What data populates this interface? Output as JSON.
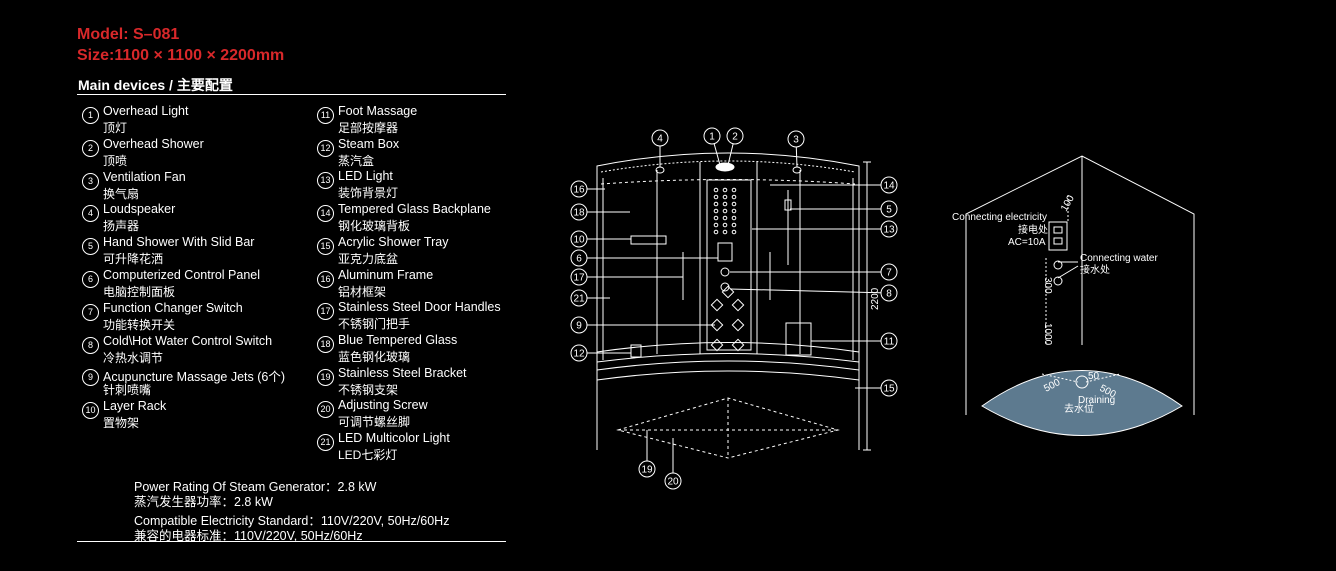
{
  "header": {
    "model": "Model: S–081",
    "size": "Size:1100 × 1100 × 2200mm",
    "section": "Main devices / 主要配置"
  },
  "devices": [
    {
      "num": "1",
      "en": "Overhead Light",
      "zh": "顶灯"
    },
    {
      "num": "2",
      "en": "Overhead Shower",
      "zh": "顶喷"
    },
    {
      "num": "3",
      "en": "Ventilation Fan",
      "zh": "换气扇"
    },
    {
      "num": "4",
      "en": "Loudspeaker",
      "zh": "扬声器"
    },
    {
      "num": "5",
      "en": "Hand Shower With Slid Bar",
      "zh": "可升降花洒"
    },
    {
      "num": "6",
      "en": "Computerized Control Panel",
      "zh": "电脑控制面板"
    },
    {
      "num": "7",
      "en": "Function Changer Switch",
      "zh": "功能转换开关"
    },
    {
      "num": "8",
      "en": "Cold\\Hot Water Control Switch",
      "zh": "冷热水调节"
    },
    {
      "num": "9",
      "en": "Acupuncture Massage Jets (6个)",
      "zh": "针刺喷嘴"
    },
    {
      "num": "10",
      "en": "Layer Rack",
      "zh": "置物架"
    },
    {
      "num": "11",
      "en": "Foot Massage",
      "zh": "足部按摩器"
    },
    {
      "num": "12",
      "en": "Steam Box",
      "zh": "蒸汽盒"
    },
    {
      "num": "13",
      "en": "LED Light",
      "zh": "装饰背景灯"
    },
    {
      "num": "14",
      "en": "Tempered Glass Backplane",
      "zh": "钢化玻璃背板"
    },
    {
      "num": "15",
      "en": "Acrylic Shower Tray",
      "zh": "亚克力底盆"
    },
    {
      "num": "16",
      "en": "Aluminum Frame",
      "zh": "铝材框架"
    },
    {
      "num": "17",
      "en": "Stainless Steel Door Handles",
      "zh": "不锈钢门把手"
    },
    {
      "num": "18",
      "en": "Blue Tempered Glass",
      "zh": "蓝色钢化玻璃"
    },
    {
      "num": "19",
      "en": "Stainless Steel Bracket",
      "zh": "不锈钢支架"
    },
    {
      "num": "20",
      "en": "Adjusting Screw",
      "zh": "可调节螺丝脚"
    },
    {
      "num": "21",
      "en": "LED Multicolor Light",
      "zh": "LED七彩灯"
    }
  ],
  "specs": {
    "power_en": "Power Rating Of Steam Generator：2.8 kW",
    "power_zh": "蒸汽发生器功率：2.8 kW",
    "elec_en": "Compatible Electricity Standard：110V/220V, 50Hz/60Hz",
    "elec_zh": "兼容的电器标准：110V/220V, 50Hz/60Hz"
  },
  "front_view": {
    "height_dim": "2200",
    "callouts": [
      "1",
      "2",
      "3",
      "4",
      "5",
      "6",
      "7",
      "8",
      "9",
      "10",
      "11",
      "12",
      "13",
      "14",
      "15",
      "16",
      "17",
      "18",
      "19",
      "20",
      "21"
    ]
  },
  "side_view": {
    "connecting_electricity_en": "Connecting electricity",
    "connecting_electricity_zh": "接电处",
    "ac_rating": "AC=10A",
    "connecting_water_en": "Connecting water",
    "connecting_water_zh": "接水处",
    "draining_en": "Draining",
    "draining_zh": "去水位",
    "dim_100": "100",
    "dim_300": "300",
    "dim_1000": "1000",
    "dim_500_left": "500",
    "dim_500_right": "500",
    "dim_50": "50"
  },
  "colors": {
    "title": "#d8282a",
    "tray": "#5d7a8f",
    "line": "#ffffff",
    "background": "#000000"
  }
}
